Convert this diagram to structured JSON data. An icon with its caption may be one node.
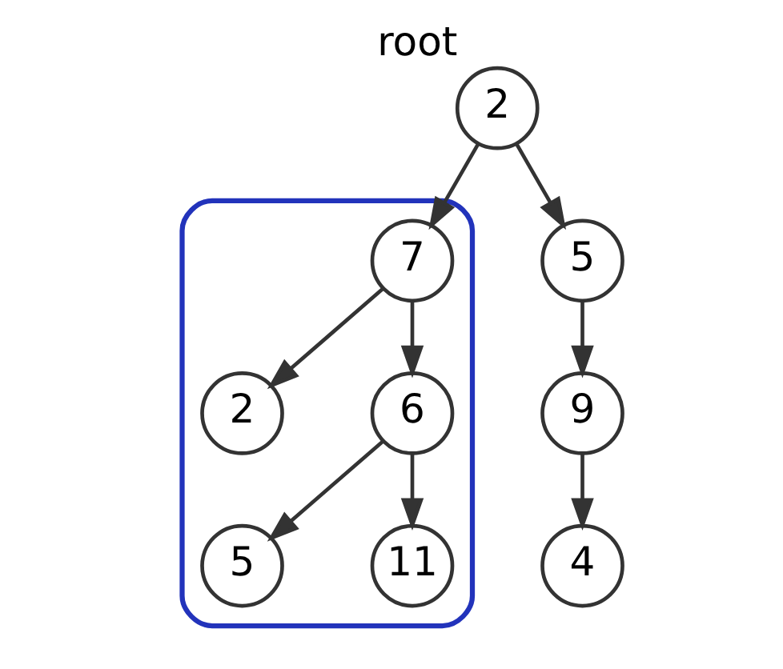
{
  "diagram": {
    "nodes": [
      {
        "text": [
          "2"
        ],
        "beside": [
          "root"
        ]
      },
      {
        "text": [],
        "shape": "triangle"
      },
      {
        "text": [
          "7"
        ],
        "in": 1
      },
      {
        "text": [
          "5"
        ]
      },
      {
        "text": [
          "2"
        ],
        "in": 1
      },
      {
        "text": [
          "6"
        ],
        "in": 1
      },
      {
        "text": [
          "9"
        ]
      },
      {
        "text": [
          "5"
        ],
        "in": 1
      },
      {
        "text": [
          "11"
        ],
        "in": 1
      },
      {
        "text": [
          "4"
        ]
      }
    ],
    "edges": [
      {
        "from": 0,
        "to": 2,
        "arrow": "to"
      },
      {
        "from": 0,
        "to": 3,
        "arrow": "to"
      },
      {
        "from": 2,
        "to": 4,
        "arrow": "to"
      },
      {
        "from": 2,
        "to": 5,
        "arrow": "to"
      },
      {
        "from": 3,
        "to": 6,
        "arrow": "to"
      },
      {
        "from": 5,
        "to": 7,
        "arrow": "to"
      },
      {
        "from": 5,
        "to": 8,
        "arrow": "to"
      },
      {
        "from": 6,
        "to": 9,
        "arrow": "to"
      }
    ]
  }
}
